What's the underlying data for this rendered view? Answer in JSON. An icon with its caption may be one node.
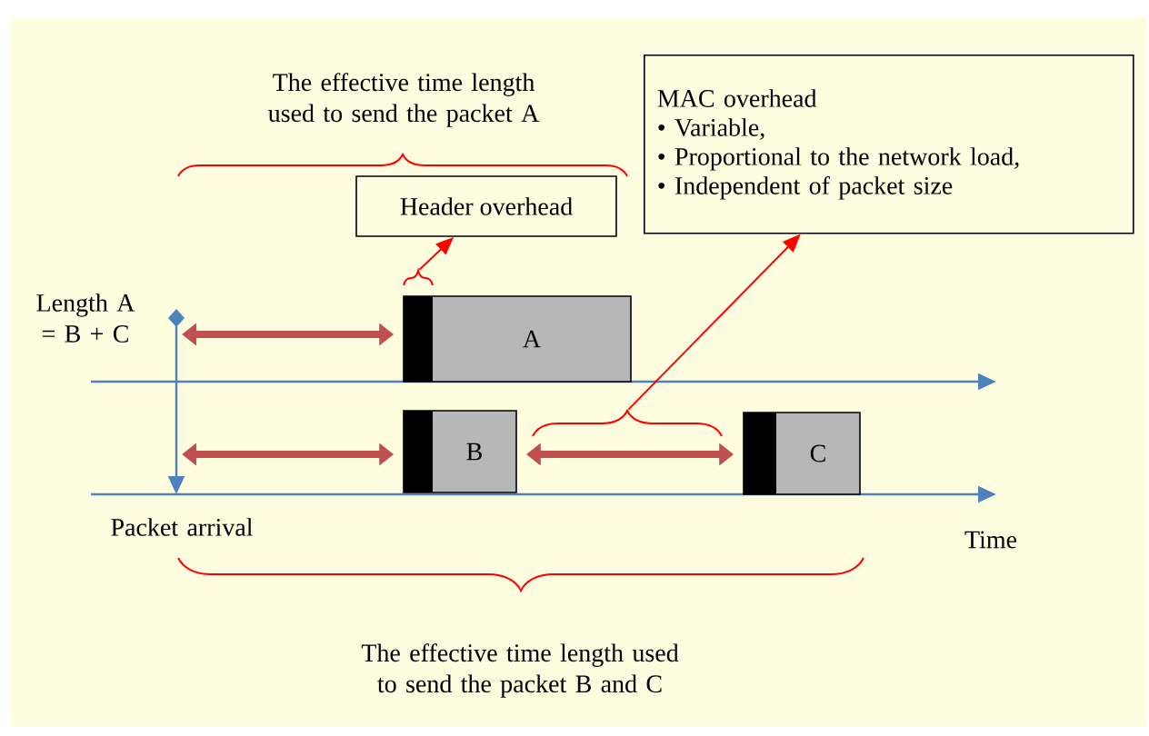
{
  "diagram": {
    "nodes": [
      {
        "text": [
          "Header overhead"
        ]
      },
      {
        "text": [
          "MAC overhead",
          "• Variable,",
          "• Proportional to the network load,",
          "• Independent of packet size"
        ]
      },
      {
        "text": [
          "A"
        ]
      },
      {
        "text": [
          "B"
        ]
      },
      {
        "text": [
          "C"
        ]
      },
      {
        "text": [],
        "shape": "brace"
      },
      {
        "text": [],
        "shape": "brace"
      }
    ],
    "edges": [
      {
        "from": 5,
        "to": 0,
        "arrow": "to",
        "color": "#ff0000"
      },
      {
        "from": 6,
        "to": 1,
        "arrow": "to",
        "color": "#ff0000"
      },
      {
        "from": null,
        "to": 2,
        "arrow": "both"
      },
      {
        "from": null,
        "to": 3,
        "arrow": "both"
      },
      {
        "from": 3,
        "to": 4,
        "arrow": "both"
      }
    ],
    "labels": [
      "The effective time length used to send the packet A",
      "Length A = B + C",
      "Packet arrival",
      "Time",
      "The effective time length used to send the packet B and C"
    ]
  }
}
